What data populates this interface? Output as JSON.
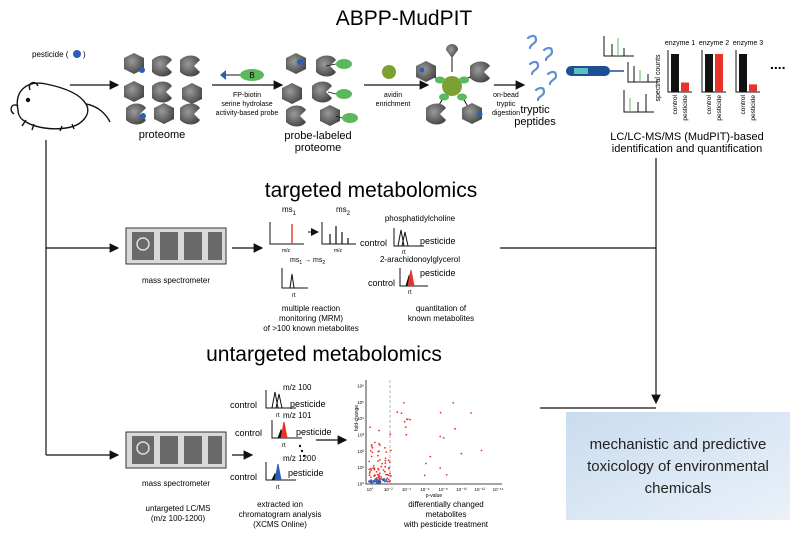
{
  "title": "ABPP-MudPIT",
  "pesticide_label": "pesticide (",
  "pesticide_close": ")",
  "abpp": {
    "proteome": "proteome",
    "probe_line1": "FP-biotin",
    "probe_line2": "serine hydrolase",
    "probe_line3": "activity-based probe",
    "probe_labeled_1": "probe-labeled",
    "probe_labeled_2": "proteome",
    "probe_tag": "B",
    "avidin_1": "avidin",
    "avidin_2": "enrichment",
    "digestion_1": "on-bead",
    "digestion_2": "tryptic",
    "digestion_3": "digestion",
    "tryptic_1": "tryptic",
    "tryptic_2": "peptides",
    "lcms_1": "LC/LC-MS/MS (MudPIT)-based",
    "lcms_2": "identification and quantification",
    "enzymes": [
      "enzyme 1",
      "enzyme 2",
      "enzyme 3"
    ],
    "spectral_counts": "spectral counts",
    "control": "control",
    "pesticide": "pesticide",
    "ellipsis": "....",
    "enzyme_bars": [
      {
        "control": 1.0,
        "pesticide": 0.25
      },
      {
        "control": 1.0,
        "pesticide": 1.0
      },
      {
        "control": 1.0,
        "pesticide": 0.2
      }
    ]
  },
  "targeted": {
    "heading": "targeted metabolomics",
    "ms_label": "mass spectrometer",
    "ms1": "ms",
    "ms1_sub": "1",
    "ms2": "ms",
    "ms2_sub": "2",
    "ms1_b": "ms",
    "ms1_b_sub": "1",
    "ms2_b": "ms",
    "ms2_b_sub": "2",
    "mz": "m/z",
    "rt": "rt",
    "mrm_1": "multiple reaction",
    "mrm_2": "monitoring (MRM)",
    "mrm_3": "of >100 known metabolites",
    "compound_1": "phosphatidylcholine",
    "compound_2": "2-arachidonoylglycerol",
    "control": "control",
    "pesticide": "pesticide",
    "quant_1": "quantitation of",
    "quant_2": "known metabolites"
  },
  "untargeted": {
    "heading": "untargeted metabolomics",
    "ms_label": "mass spectrometer",
    "mz_100": "m/z 100",
    "mz_101": "m/z 101",
    "mz_1200": "m/z 1200",
    "control": "control",
    "pesticide": "pesticide",
    "rt": "rt",
    "lcms_1": "untargeted LC/MS",
    "lcms_2": "(m/z 100-1200)",
    "xcms_1": "extracted ion",
    "xcms_2": "chromatogram analysis",
    "xcms_3": "(XCMS Online)",
    "diff_1": "differentially changed",
    "diff_2": "metabolites",
    "diff_3": "with pesticide treatment",
    "volcano_xlabel": "p-value",
    "volcano_ylabel": "fold-change",
    "volcano_xticks": [
      "10°",
      "10⁻²",
      "10⁻⁴",
      "10⁻⁶",
      "10⁻⁸",
      "10⁻¹⁰",
      "10⁻¹²",
      "10⁻¹⁴"
    ],
    "volcano_yticks": [
      "10⁰",
      "10¹",
      "10²",
      "10³",
      "10⁴",
      "10⁵",
      "10⁶"
    ]
  },
  "outcome": {
    "line1": "mechanistic and predictive",
    "line2": "toxicology of environmental",
    "line3": "chemicals"
  },
  "colors": {
    "blue": "#2b5fb3",
    "green": "#5cb85c",
    "red": "#e8332a",
    "grey_blob": "#6b6b6b",
    "box_fill": "#dbe8f5"
  }
}
